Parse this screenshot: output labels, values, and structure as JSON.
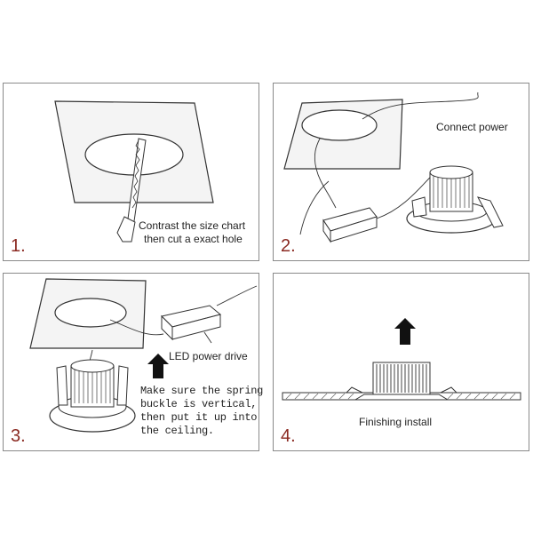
{
  "steps": [
    {
      "number": "1.",
      "caption_lines": [
        "Contrast the size chart",
        "then cut a exact hole"
      ]
    },
    {
      "number": "2.",
      "caption": "Connect power"
    },
    {
      "number": "3.",
      "driver_label": "LED power drive",
      "caption_lines": [
        "Make sure the spring",
        "buckle is vertical,",
        "then put it up into",
        "the ceiling."
      ]
    },
    {
      "number": "4.",
      "caption": "Finishing install"
    }
  ],
  "colors": {
    "step_number": "#8b2a22",
    "border": "#8a8a8a",
    "line": "#333333"
  },
  "icons": [
    "ceiling-panel",
    "saw",
    "led-downlight",
    "power-driver",
    "up-arrow"
  ]
}
